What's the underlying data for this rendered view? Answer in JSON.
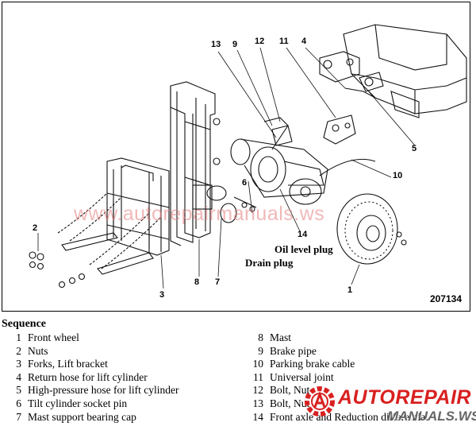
{
  "figure": {
    "number": "207134",
    "callouts": [
      "1",
      "2",
      "3",
      "4",
      "5",
      "6",
      "7",
      "8",
      "9",
      "10",
      "11",
      "12",
      "13",
      "14"
    ],
    "plug_labels": {
      "oil_level": "Oil level plug",
      "drain": "Drain plug"
    },
    "watermark": "www.autorepairmanuals.ws"
  },
  "sequence": {
    "title": "Sequence",
    "items": [
      {
        "num": "1",
        "text": "Front wheel"
      },
      {
        "num": "2",
        "text": "Nuts"
      },
      {
        "num": "3",
        "text": "Forks, Lift bracket"
      },
      {
        "num": "4",
        "text": "Return hose for lift cylinder"
      },
      {
        "num": "5",
        "text": "High-pressure hose for lift cylinder"
      },
      {
        "num": "6",
        "text": "Tilt cylinder socket pin"
      },
      {
        "num": "7",
        "text": "Mast support bearing cap"
      },
      {
        "num": "8",
        "text": "Mast"
      },
      {
        "num": "9",
        "text": "Brake pipe"
      },
      {
        "num": "10",
        "text": "Parking brake cable"
      },
      {
        "num": "11",
        "text": "Universal joint"
      },
      {
        "num": "12",
        "text": "Bolt, Nut"
      },
      {
        "num": "13",
        "text": "Bolt, Nut"
      },
      {
        "num": "14",
        "text": "Front axle and Reduction differential"
      }
    ]
  },
  "logo": {
    "text": "AUTOREPAIR",
    "sub": "MANUALS.WS",
    "accent": "#d92020",
    "icon": "gear-a-logo-icon"
  }
}
